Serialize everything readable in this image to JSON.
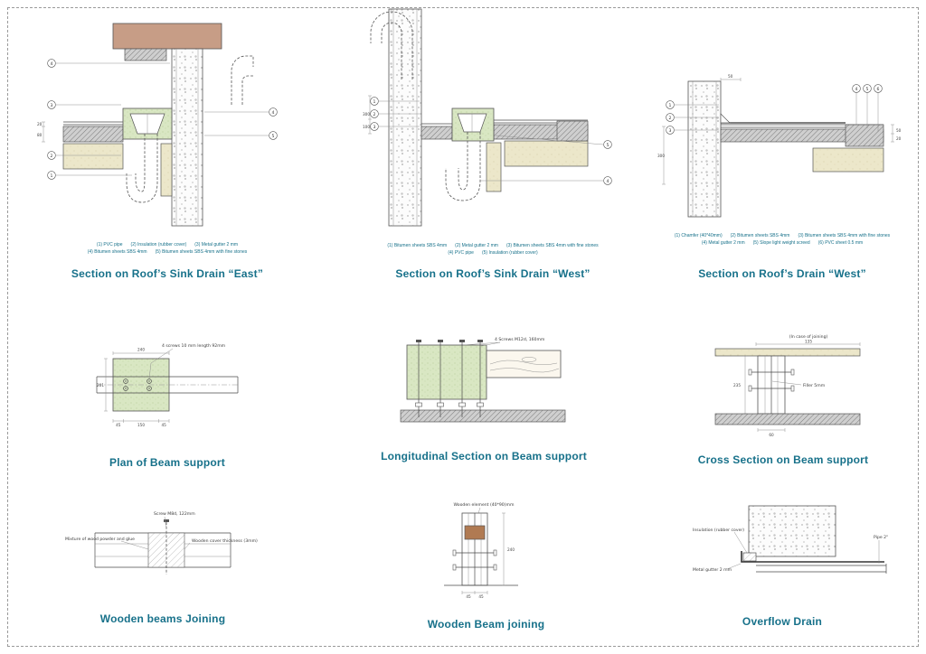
{
  "sheet": {
    "background": "#ffffff",
    "border_color": "#9a9a9a",
    "title_color": "#17718a",
    "accent_green": "#d9e7c3",
    "accent_beige": "#ece7ca",
    "accent_tan": "#c79d86",
    "accent_brown": "#b07a52"
  },
  "panels": [
    {
      "title": "Section on Roof’s Sink Drain “East”",
      "legend_rows": [
        [
          "(1) PVC pipe",
          "(2) Insulation (rubber cover)",
          "(3) Metal gutter 2 mm"
        ],
        [
          "(4) Bitumen sheets SBS 4mm",
          "(5) Bitumen sheets SBS 4mm with fine stones"
        ]
      ],
      "callouts_left": [
        "4",
        "3",
        "2",
        "1"
      ],
      "callouts_right": [
        "4",
        "5"
      ],
      "dims": [
        "20",
        "80"
      ]
    },
    {
      "title": "Section on Roof’s Sink Drain “West”",
      "legend_rows": [
        [
          "(1) Bitumen sheets SBS 4mm",
          "(2) Metal gutter 2 mm",
          "(3) Bitumen sheets SBS 4mm with fine stones"
        ],
        [
          "(4) PVC pipe",
          "(5) Insulation (rubber cover)"
        ]
      ],
      "callouts_left": [
        "1",
        "2",
        "3"
      ],
      "callouts_right": [
        "5",
        "4"
      ],
      "dims": [
        "300",
        "100"
      ]
    },
    {
      "title": "Section on Roof’s Drain “West”",
      "legend_rows": [
        [
          "(1) Chamfer (40*40mm)",
          "(2) Bitumen sheets SBS 4mm",
          "(3) Bitumen sheets SBS 4mm with fine stones"
        ],
        [
          "(4) Metal gutter 2 mm",
          "(5) Slope light weight screed",
          "(6) PVC sheet 0.5 mm"
        ]
      ],
      "callouts_left": [
        "1",
        "2",
        "3"
      ],
      "callouts_top": [
        "4",
        "5",
        "6"
      ],
      "dims": [
        "50",
        "300",
        "50",
        "20"
      ]
    },
    {
      "title": "Plan of Beam support",
      "annotations": [
        "4 screws 10 mm length 92mm"
      ],
      "dims": [
        "240",
        "201",
        "45",
        "150",
        "45"
      ]
    },
    {
      "title": "Longitudinal Section on Beam support",
      "annotations": [
        "4 Screws M12d, 160mm"
      ],
      "dims": []
    },
    {
      "title": "Cross Section on Beam support",
      "annotations": [
        "(In case of joining)",
        "Filler 5mm"
      ],
      "dims": [
        "135",
        "235",
        "60"
      ]
    },
    {
      "title": "Wooden beams Joining",
      "annotations": [
        "Screw M8d, 122mm",
        "Mixture of wood powder and glue",
        "Wooden cover thickness (3mm)"
      ],
      "dims": []
    },
    {
      "title": "Wooden Beam joining",
      "annotations": [
        "Wooden element (40*90)mm"
      ],
      "dims": [
        "240",
        "45",
        "45"
      ]
    },
    {
      "title": "Overflow Drain",
      "annotations": [
        "Insulation (rubber cover)",
        "Pipe 2\"",
        "Metal gutter 2 mm"
      ],
      "dims": []
    }
  ]
}
